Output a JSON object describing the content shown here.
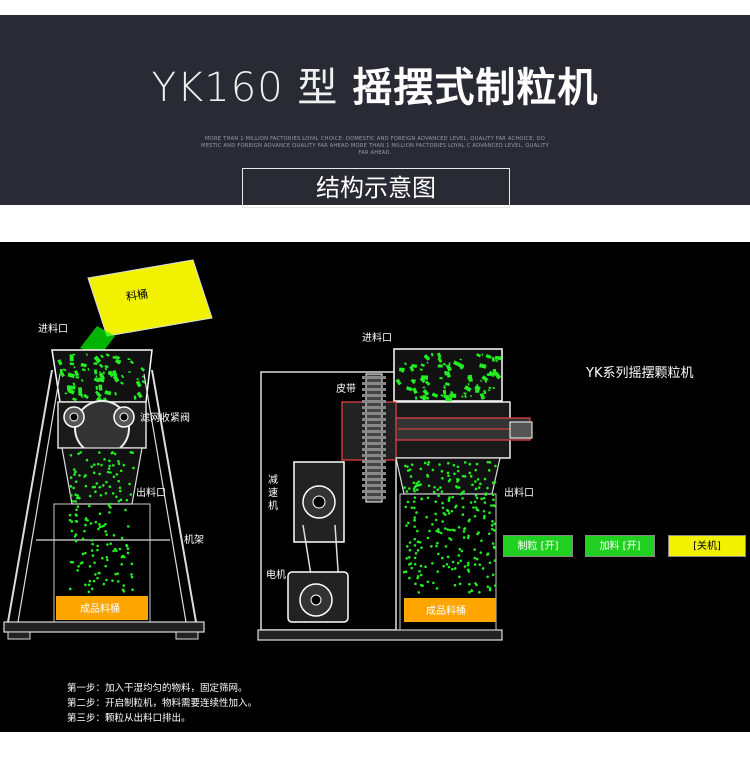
{
  "header": {
    "model": "YK160 型",
    "name": "摇摆式制粒机",
    "tagline": "MORE THAN 1 MILLION FACTORIES LOYAL CHOICE: DOMESTIC AND FOREIGN ADVANCED LEVEL, QUALITY FAR ACHOICE; DO MESTIC AND FOREIGN ADVANCE QUALITY FAR AHEAD MORE THAN 1 MILLION FACTORIES LOYAL C ADVANCED LEVEL, QUALITY FAR AHEAD.",
    "subtitle": "结构示意图"
  },
  "diagram": {
    "hopper_label": "料桶",
    "left_labels": {
      "feed_inlet": "进料口",
      "filter_valve": "滤网收紧阀",
      "outlet": "出料口",
      "frame": "机架",
      "product_bucket": "成品料桶"
    },
    "right_labels": {
      "feed_inlet": "进料口",
      "belt": "皮带",
      "reducer": "减速机",
      "motor": "电机",
      "outlet": "出料口",
      "product_bucket": "成品料桶"
    },
    "series_title": "YK系列摇摆颗粒机",
    "buttons": {
      "granulate": "制粒 [开]",
      "feed": "加料 [开]",
      "shutdown": "[关机]"
    },
    "colors": {
      "granule": "#22ee22",
      "accent_green": "#22d022",
      "accent_yellow": "#f2f200",
      "bucket": "#ffa500"
    }
  },
  "steps": [
    "第一步：加入干湿均匀的物料，固定筛网。",
    "第二步：开启制粒机，物料需要连续性加入。",
    "第三步：颗粒从出料口排出。"
  ]
}
